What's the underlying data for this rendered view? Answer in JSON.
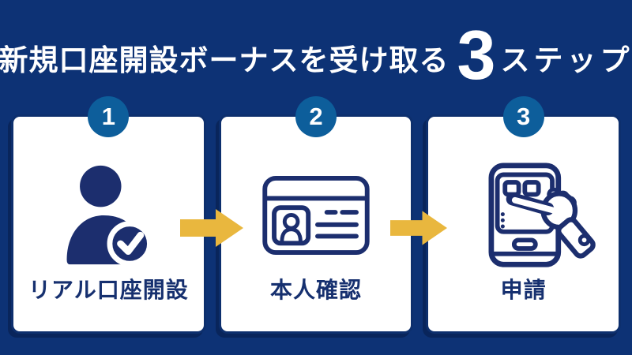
{
  "title": {
    "prefix": "新規口座開設ボーナスを受け取る",
    "big_number": "3",
    "suffix": "ステップ"
  },
  "steps": [
    {
      "number": "1",
      "label": "リアル口座開設",
      "icon": "person-check-icon"
    },
    {
      "number": "2",
      "label": "本人確認",
      "icon": "id-card-icon"
    },
    {
      "number": "3",
      "label": "申請",
      "icon": "phone-tap-icon"
    }
  ],
  "arrows": [
    {
      "icon": "right-arrow-icon"
    },
    {
      "icon": "right-arrow-icon"
    }
  ],
  "colors": {
    "bg": "#0d3275",
    "card": "#ffffff",
    "card-border": "#0d2f6d",
    "badge": "#0d5e9b",
    "icon": "#1c2e6e",
    "label": "#16306f",
    "arrow": "#e9b73e",
    "title": "#ffffff"
  }
}
